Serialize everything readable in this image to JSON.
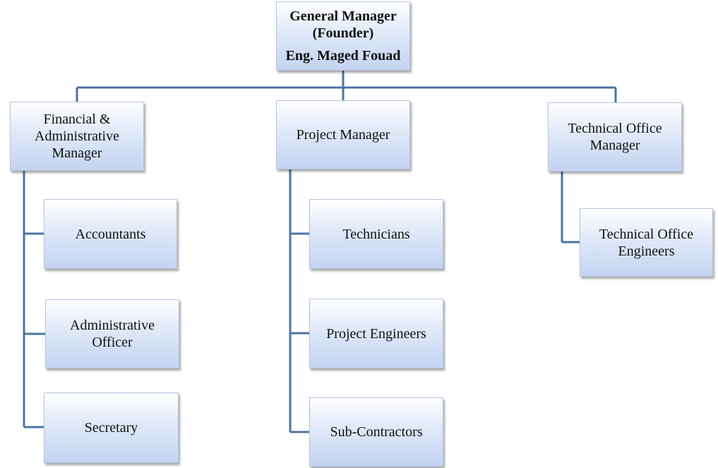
{
  "root": {
    "title_line1": "General Manager",
    "title_line2": "(Founder)",
    "name": "Eng. Maged Fouad"
  },
  "managers": {
    "financial": "Financial & Administrative Manager",
    "project": "Project Manager",
    "technical": "Technical Office Manager"
  },
  "financial_staff": [
    "Accountants",
    "Administrative Officer",
    "Secretary"
  ],
  "project_staff": [
    "Technicians",
    "Project Engineers",
    "Sub-Contractors"
  ],
  "technical_staff": [
    "Technical Office Engineers"
  ],
  "colors": {
    "connector": "#4a74a6",
    "box_border": "#b5c6df",
    "box_fill_bottom": "#c3d3f2"
  }
}
